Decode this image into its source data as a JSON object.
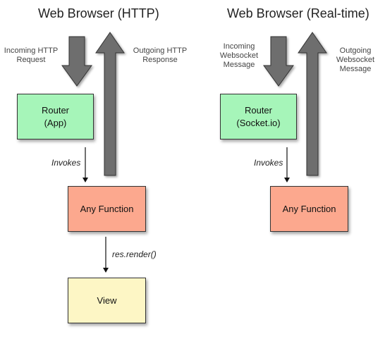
{
  "colors": {
    "router": "#a6f5b9",
    "function": "#fca88e",
    "view": "#fdf6c5",
    "big_arrow": "#6e6e6e"
  },
  "http": {
    "title": "Web Browser (HTTP)",
    "incoming": "Incoming HTTP\nRequest",
    "outgoing": "Outgoing HTTP\nResponse",
    "router": "Router\n(App)",
    "invokes": "Invokes",
    "function": "Any Function",
    "render": "res.render()",
    "view": "View"
  },
  "realtime": {
    "title": "Web Browser (Real-time)",
    "incoming": "Incoming\nWebsocket\nMessage",
    "outgoing": "Outgoing\nWebsocket\nMessage",
    "router": "Router\n(Socket.io)",
    "invokes": "Invokes",
    "function": "Any Function"
  }
}
